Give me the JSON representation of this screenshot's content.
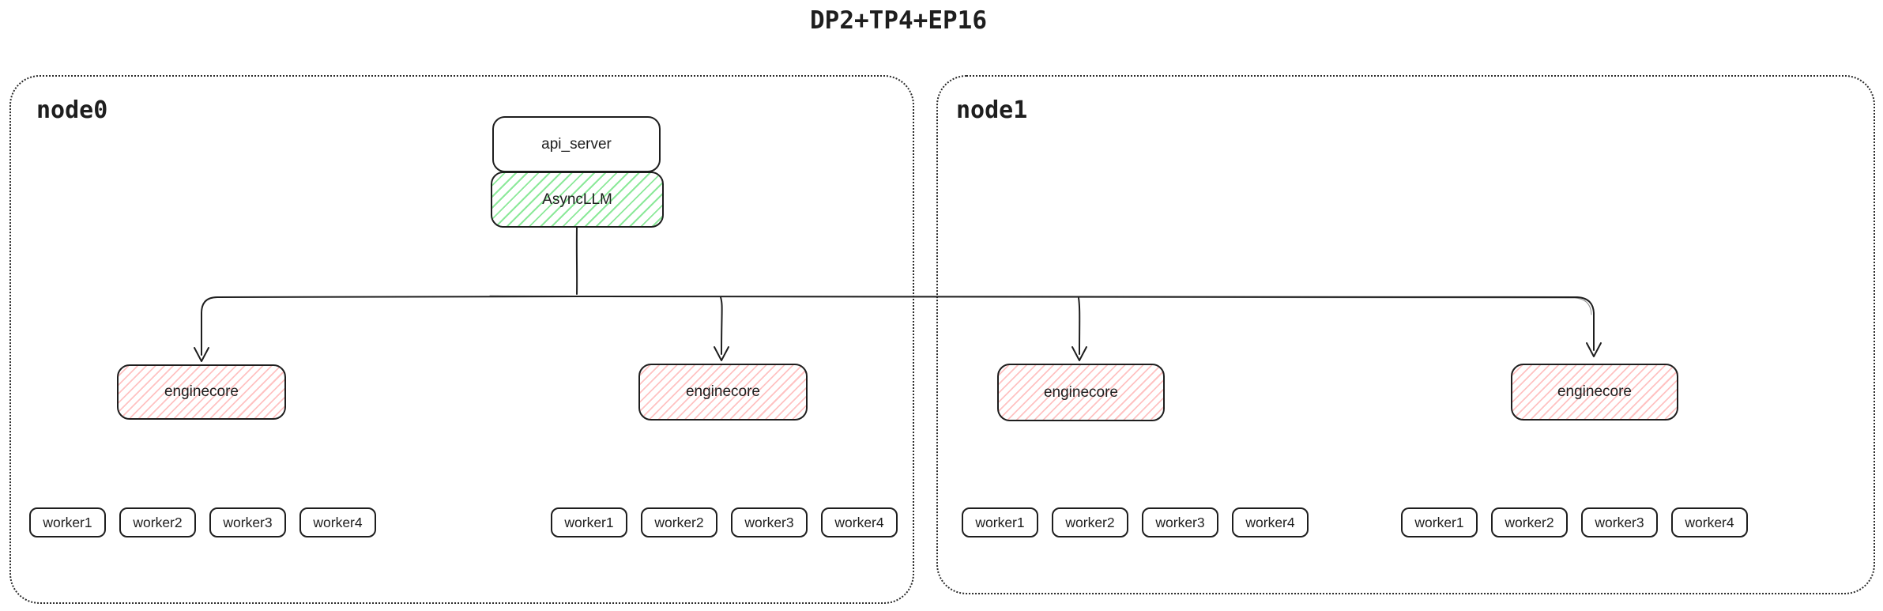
{
  "title": "DP2+TP4+EP16",
  "colors": {
    "stroke": "#1e1e1e",
    "green_hatch": "#8ce99a",
    "pink_hatch": "#ffc2c2",
    "background": "#ffffff"
  },
  "nodes": [
    {
      "label": "node0"
    },
    {
      "label": "node1"
    }
  ],
  "api_server": {
    "label": "api_server"
  },
  "async_llm": {
    "label": "AsyncLLM"
  },
  "enginecores": [
    {
      "label": "enginecore"
    },
    {
      "label": "enginecore"
    },
    {
      "label": "enginecore"
    },
    {
      "label": "enginecore"
    }
  ],
  "worker_groups": [
    {
      "workers": [
        {
          "label": "worker1"
        },
        {
          "label": "worker2"
        },
        {
          "label": "worker3"
        },
        {
          "label": "worker4"
        }
      ]
    },
    {
      "workers": [
        {
          "label": "worker1"
        },
        {
          "label": "worker2"
        },
        {
          "label": "worker3"
        },
        {
          "label": "worker4"
        }
      ]
    },
    {
      "workers": [
        {
          "label": "worker1"
        },
        {
          "label": "worker2"
        },
        {
          "label": "worker3"
        },
        {
          "label": "worker4"
        }
      ]
    },
    {
      "workers": [
        {
          "label": "worker1"
        },
        {
          "label": "worker2"
        },
        {
          "label": "worker3"
        },
        {
          "label": "worker4"
        }
      ]
    }
  ]
}
